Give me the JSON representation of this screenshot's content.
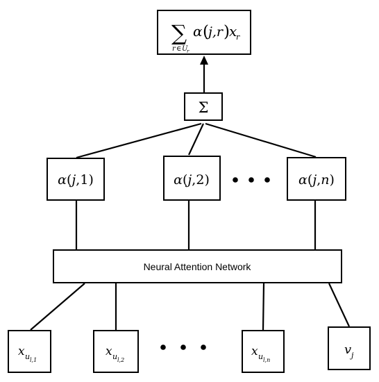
{
  "top_output": {
    "sum_symbol": "∑",
    "sum_subscript_r": "r",
    "sum_subscript_in": "∈",
    "sum_subscript_U": "U",
    "sum_subscript_r2": "r",
    "alpha": "α",
    "open_paren": "(",
    "args": "j,r",
    "close_paren": ")",
    "x": "x",
    "x_subscript": "r"
  },
  "sum_node": {
    "symbol": "Σ"
  },
  "alpha_nodes": [
    {
      "alpha": "α",
      "open_paren": "(",
      "j": "j",
      "comma": ",",
      "index": "1",
      "close_paren": ")"
    },
    {
      "alpha": "α",
      "open_paren": "(",
      "j": "j",
      "comma": ",",
      "index": "2",
      "close_paren": ")"
    },
    {
      "alpha": "α",
      "open_paren": "(",
      "j": "j",
      "comma": ",",
      "index": "n",
      "close_paren": ")"
    }
  ],
  "network": {
    "label": "Neural Attention Network"
  },
  "input_nodes": [
    {
      "x": "x",
      "u": "u",
      "sub": "l,1"
    },
    {
      "x": "x",
      "u": "u",
      "sub": "l,2"
    },
    {
      "x": "x",
      "u": "u",
      "sub": "l,n"
    }
  ],
  "v_node": {
    "v": "v",
    "sub": "j"
  }
}
